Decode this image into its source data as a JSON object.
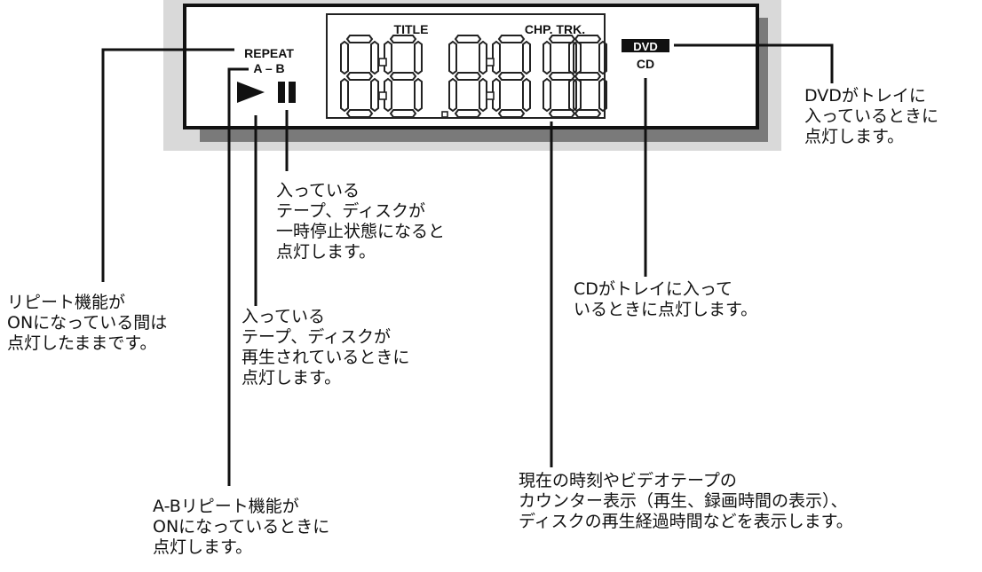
{
  "panel": {
    "title_label": "TITLE",
    "chapter_track_label": "CHP. TRK.",
    "repeat_label": "REPEAT",
    "ab_label": "A – B",
    "dvd_label": "DVD",
    "cd_label": "CD",
    "play_icon": "play-icon",
    "pause_icon": "pause-icon",
    "digit_count": 6
  },
  "callouts": {
    "pause": "入っている\nテープ、ディスクが\n一時停止状態になると\n点灯します。",
    "play": "入っている\nテープ、ディスクが\n再生されているときに\n点灯します。",
    "repeat": "リピート機能が\nONになっている間は\n点灯したままです。",
    "ab_repeat": "A-Bリピート機能が\nONになっているときに\n点灯します。",
    "dvd": "DVDがトレイに\n入っているときに\n点灯します。",
    "cd": "CDがトレイに入って\nいるときに点灯します。",
    "counter": "現在の時刻やビデオテープの\nカウンター表示（再生、録画時間の表示）、\nディスクの再生経過時間などを表示します。"
  },
  "colors": {
    "panel_bg": "#d9d9d9",
    "panel_shadow": "#7a7a7a",
    "display_bg": "#ffffff",
    "dvd_badge_bg": "#111111",
    "dvd_badge_text": "#ffffff"
  }
}
